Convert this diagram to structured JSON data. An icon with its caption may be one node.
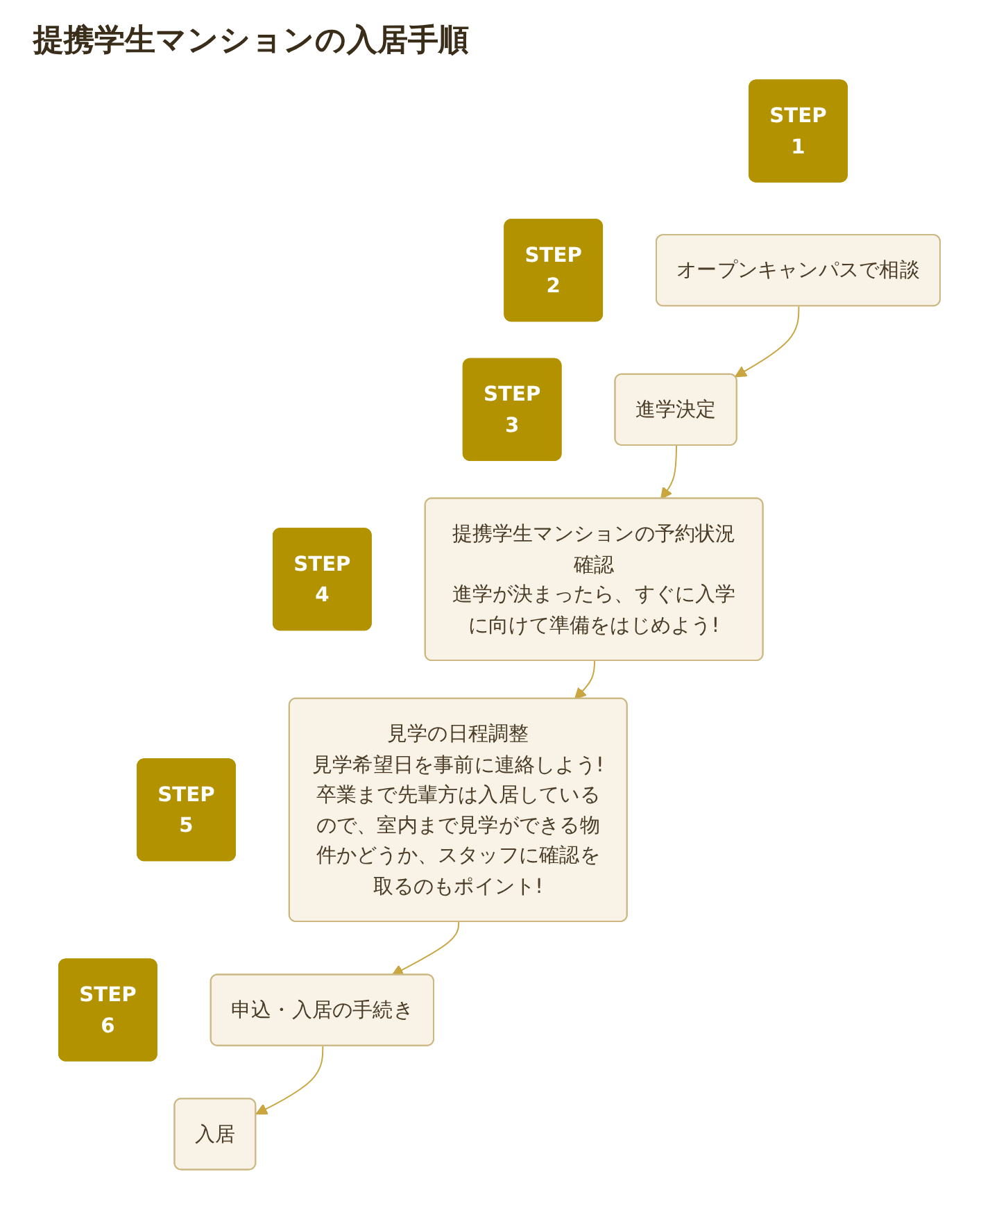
{
  "diagram": {
    "title": "提携学生マンションの入居手順",
    "nodes": [
      {
        "text": [
          "STEP",
          "1"
        ]
      },
      {
        "text": [
          "オープンキャンパスで相談"
        ]
      },
      {
        "text": [
          "STEP",
          "2"
        ]
      },
      {
        "text": [
          "進学決定"
        ]
      },
      {
        "text": [
          "STEP",
          "3"
        ]
      },
      {
        "text": [
          "提携学生マンションの予約状況確認",
          "進学が決まったら、すぐに入学に向けて準備をはじめよう!"
        ]
      },
      {
        "text": [
          "STEP",
          "4"
        ]
      },
      {
        "text": [
          "見学の日程調整",
          "見学希望日を事前に連絡しよう!",
          "卒業まで先輩方は入居しているので、室内まで見学ができる物件かどうか、スタッフに確認を取るのもポイント!"
        ]
      },
      {
        "text": [
          "STEP",
          "5"
        ]
      },
      {
        "text": [
          "申込・入居の手続き"
        ]
      },
      {
        "text": [
          "STEP",
          "6"
        ]
      },
      {
        "text": [
          "入居"
        ]
      }
    ],
    "edges": [
      {
        "from": 1,
        "to": 3,
        "arrow": "to"
      },
      {
        "from": 3,
        "to": 5,
        "arrow": "to"
      },
      {
        "from": 5,
        "to": 7,
        "arrow": "to"
      },
      {
        "from": 7,
        "to": 9,
        "arrow": "to"
      },
      {
        "from": 9,
        "to": 11,
        "arrow": "to"
      }
    ]
  }
}
